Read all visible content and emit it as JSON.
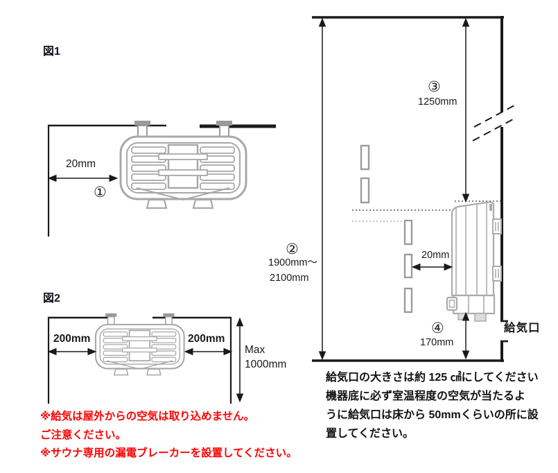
{
  "figure1": {
    "title": "図1",
    "clearance": "20mm",
    "marker": "①"
  },
  "figure2": {
    "title": "図2",
    "left_clearance": "200mm",
    "right_clearance": "200mm",
    "max_label": "Max",
    "max_value": "1000mm"
  },
  "installation_diagram": {
    "marker_ceiling": "②",
    "ceiling_height_line1": "1900mm〜",
    "ceiling_height_line2": "2100mm",
    "marker_top": "③",
    "top_clearance": "1250mm",
    "side_clearance": "20mm",
    "marker_bottom": "④",
    "bottom_clearance": "170mm",
    "air_intake_label": "給気口"
  },
  "notes": {
    "intake_lines": [
      "給気口の大きさは約 125 ㎠にしてください",
      "機器底に必ず室温程度の空気が当たるよ",
      "うに給気口は床から 50mmくらいの所に設",
      "置してください。"
    ],
    "warning_lines": [
      "※給気は屋外からの空気は取り込めません。",
      "ご注意ください。",
      "※サウナ専用の漏電ブレーカーを設置してください。"
    ]
  },
  "colors": {
    "warning_red": "#ff0000",
    "diagram_line": "#1a1a1a",
    "device_gray": "#a8a8a8"
  }
}
